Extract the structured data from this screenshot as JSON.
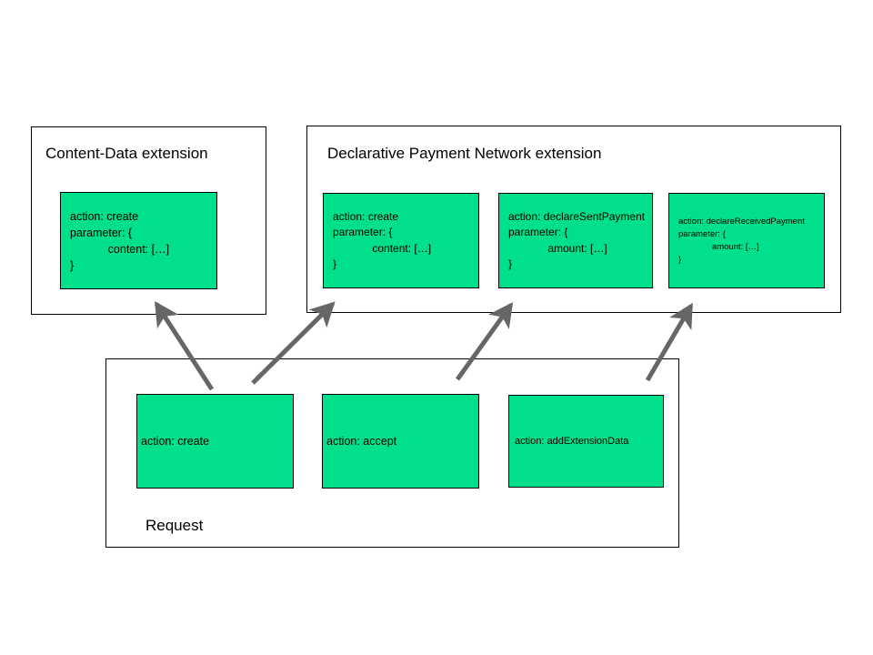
{
  "diagram": {
    "title_visible": false,
    "colors": {
      "box_fill": "#00E08A",
      "box_border": "#000000",
      "group_border": "#000000",
      "arrow": "#666666",
      "background": "#ffffff",
      "text": "#000000"
    },
    "groups": [
      {
        "id": "content-data-extension",
        "label": "Content-Data extension",
        "boxes": [
          {
            "id": "cd-create",
            "text": "action: create\nparameter: {\n            content: […]\n}"
          }
        ]
      },
      {
        "id": "declarative-payment-network-extension",
        "label": "Declarative Payment Network extension",
        "boxes": [
          {
            "id": "dpn-create",
            "text": "action: create\nparameter: {\n             content: […]\n}"
          },
          {
            "id": "dpn-declare-sent-payment",
            "text": "action: declareSentPayment\nparameter: {\n             amount: […]\n}"
          },
          {
            "id": "dpn-declare-received-payment",
            "text": "action: declareReceivedPayment\nparameter: {\n              amount: […]\n}"
          }
        ]
      },
      {
        "id": "request",
        "label": "Request",
        "boxes": [
          {
            "id": "req-create",
            "text": "action: create"
          },
          {
            "id": "req-accept",
            "text": "action: accept"
          },
          {
            "id": "req-add-extension-data",
            "text": "action: addExtensionData"
          }
        ]
      }
    ],
    "arrows": [
      {
        "id": "arrow-create-to-content-data",
        "from": "req-create",
        "to": "cd-create"
      },
      {
        "id": "arrow-create-to-dpn-create",
        "from": "req-create",
        "to": "dpn-create"
      },
      {
        "id": "arrow-accept-to-declare-sent",
        "from": "req-accept",
        "to": "dpn-declare-sent-payment"
      },
      {
        "id": "arrow-add-extension-data-to-declare-received",
        "from": "req-add-extension-data",
        "to": "dpn-declare-received-payment"
      }
    ]
  }
}
